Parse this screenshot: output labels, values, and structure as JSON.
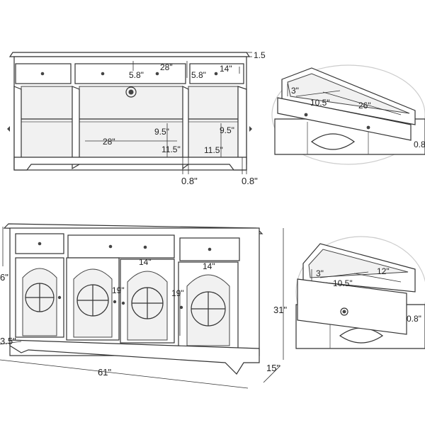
{
  "top_view": {
    "labels": {
      "top_overhang": "1.5",
      "center_drawer_width": "28\"",
      "side_drawer_width": "14\"",
      "drawer_height_left": "5.8\"",
      "drawer_height_right": "5.8\"",
      "shelf_width": "28\"",
      "center_shelf_height": "9.5\"",
      "right_shelf_height": "9.5\"",
      "center_bottom_height": "11.5\"",
      "right_bottom_height": "11.5\"",
      "leg_left": "0.8\"",
      "leg_right": "0.8\""
    }
  },
  "drawer_detail_top": {
    "labels": {
      "depth": "3\"",
      "inner_width": "10.5\"",
      "length": "26\"",
      "edge": "0.8"
    }
  },
  "drawer_detail_bottom": {
    "labels": {
      "depth": "3\"",
      "inner_width": "10.5\"",
      "length": "12\"",
      "edge": "0.8\""
    }
  },
  "front_view": {
    "labels": {
      "height_left": "6\"",
      "door_width_left": "14\"",
      "door_width_right": "14\"",
      "door_height_left": "19\"",
      "door_height_right": "19\"",
      "base_inset": "3.5\"",
      "overall_width": "61\"",
      "overall_height": "31\"",
      "depth": "15\""
    }
  }
}
